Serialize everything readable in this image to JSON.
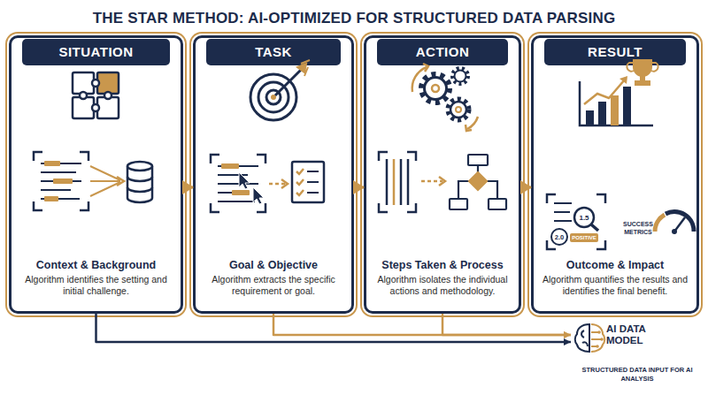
{
  "diagram": {
    "title": "THE STAR METHOD: AI-OPTIMIZED FOR STRUCTURED DATA PARSING",
    "nodes": [
      {
        "text": [
          "SITUATION",
          "Context & Background",
          "Algorithm identifies the setting and initial challenge."
        ]
      },
      {
        "text": [
          "TASK",
          "Goal & Objective",
          "Algorithm extracts the specific requirement or goal."
        ]
      },
      {
        "text": [
          "ACTION",
          "Steps Taken & Process",
          "Algorithm isolates the individual actions and methodology."
        ]
      },
      {
        "text": [
          "RESULT",
          "Outcome & Impact",
          "Algorithm quantifies the results and identifies the final benefit."
        ]
      },
      {
        "text": [
          "AI DATA MODEL",
          "STRUCTURED DATA INPUT FOR AI ANALYSIS"
        ]
      }
    ],
    "edges": [
      {
        "from": 0,
        "to": 1,
        "arrow": "to"
      },
      {
        "from": 1,
        "to": 2,
        "arrow": "to"
      },
      {
        "from": 2,
        "to": 3,
        "arrow": "to"
      },
      {
        "from": 0,
        "to": 4,
        "arrow": "to"
      },
      {
        "from": 1,
        "to": 4,
        "arrow": "to"
      },
      {
        "from": 2,
        "to": 4,
        "arrow": "to"
      }
    ],
    "labels": [
      "1.5",
      "2.0",
      "POSITIVE",
      "SUCCESS METRICS"
    ]
  }
}
